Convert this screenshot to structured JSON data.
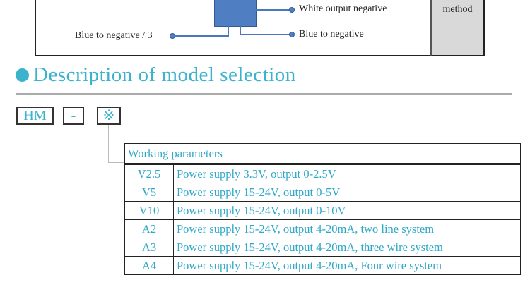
{
  "diagram": {
    "method_label": "method",
    "white_output_negative": "White output negative",
    "blue_to_negative": "Blue to negative",
    "blue_to_negative_3": "Blue to negative / 3"
  },
  "section": {
    "title": "Description of model selection"
  },
  "model_code": {
    "prefix": "HM",
    "dash": "-",
    "placeholder": "※"
  },
  "table": {
    "header": "Working parameters",
    "rows": [
      {
        "code": "V2.5",
        "desc": "Power supply 3.3V, output 0-2.5V"
      },
      {
        "code": "V5",
        "desc": "Power supply 15-24V, output 0-5V"
      },
      {
        "code": "V10",
        "desc": "Power supply 15-24V, output 0-10V"
      },
      {
        "code": "A2",
        "desc": "Power supply 15-24V, output 4-20mA, two line system"
      },
      {
        "code": "A3",
        "desc": "Power supply 15-24V, output 4-20mA, three wire system"
      },
      {
        "code": "A4",
        "desc": "Power supply 15-24V, output 4-20mA, Four wire system"
      }
    ]
  }
}
